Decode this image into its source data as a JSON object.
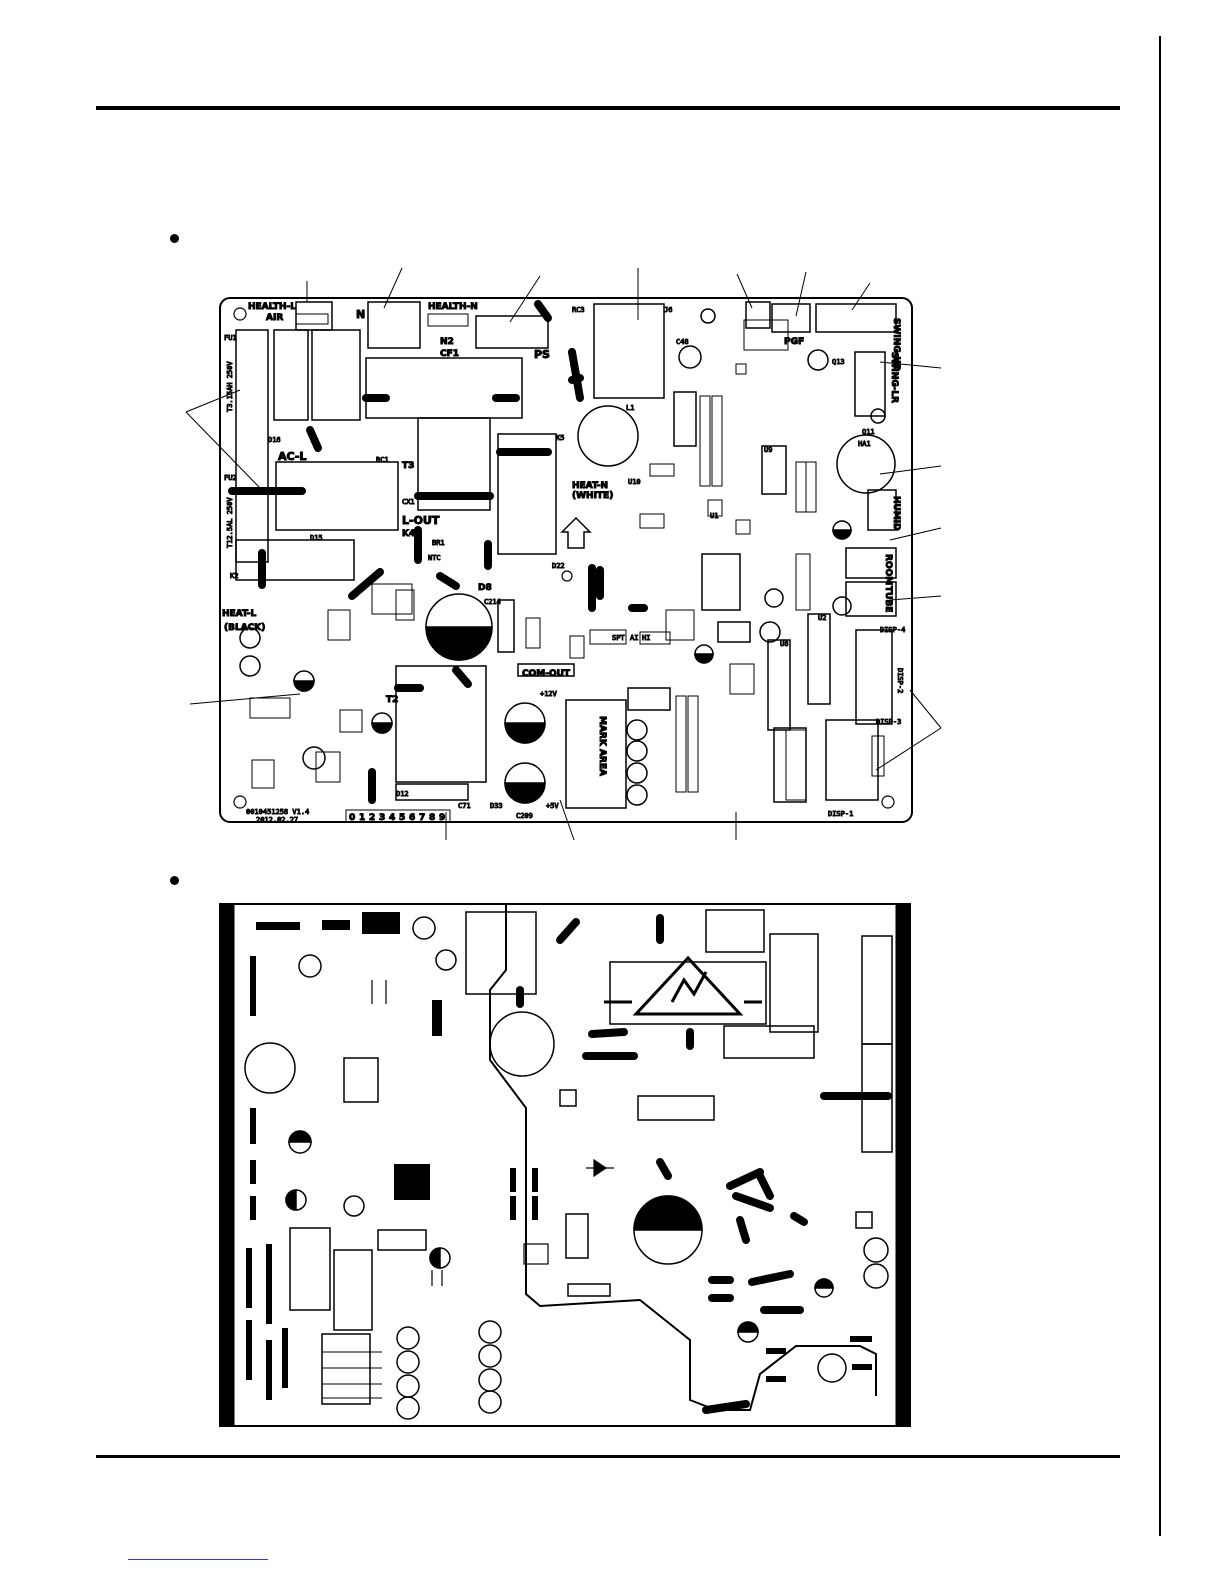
{
  "top_board": {
    "labels": {
      "health_l": "HEALTH-L",
      "air": "AIR",
      "health_n": "HEALTH-N",
      "n": "N",
      "n2": "N2",
      "cf1": "CF1",
      "ps": "PS",
      "rc3": "RC3",
      "j6": "J6",
      "pgf": "PGF",
      "swing_ud": "SWING-UD",
      "swing_lr": "SWING-LR",
      "fu1": "FU1",
      "fu1_rating": "T3.15AH 250V",
      "fu2": "FU2",
      "fu2_rating": "T12.5AL 250V",
      "ac_l": "AC-L",
      "rc1": "RC1",
      "t3": "T3",
      "cx1": "CX1",
      "k5": "K5",
      "l1": "L1",
      "u10": "U10",
      "heat_n": "HEAT-N",
      "white": "(WHITE)",
      "l_out": "L-OUT",
      "k4": "K4",
      "br1": "BR1",
      "ntc": "NTC",
      "k2": "K2",
      "heat_l": "HEAT-L",
      "black": "(BLACK)",
      "d8": "D8",
      "d22": "D22",
      "u1": "U1",
      "ha1": "HA1",
      "humid": "HUMID",
      "room": "ROOM",
      "tube": "TUBE",
      "disp4": "DISP-4",
      "disp2": "DISP-2",
      "disp3": "DISP-3",
      "disp1": "DISP-1",
      "t2": "T2",
      "com_out": "COM-OUT",
      "v12": "+12V",
      "v5": "+5V",
      "mark_area": "MARK AREA",
      "c214": "C214",
      "c209": "C209",
      "c71": "C71",
      "d12": "D12",
      "d33": "D33",
      "board_id": "0010451258 V1.4",
      "board_date": "2012.02.27",
      "digits": [
        "0",
        "1",
        "2",
        "3",
        "4",
        "5",
        "6",
        "7",
        "8",
        "9"
      ],
      "spt": "SPT",
      "ai": "AI",
      "hi": "HI",
      "u2": "U2",
      "u8": "U8",
      "u9": "U9",
      "q13": "Q13",
      "q11": "Q11",
      "c48": "C48",
      "d15": "D15",
      "d16": "D16"
    }
  }
}
